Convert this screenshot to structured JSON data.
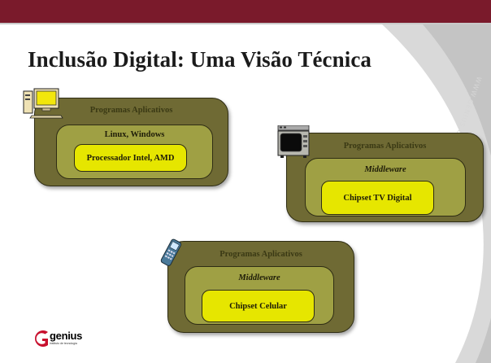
{
  "colors": {
    "top_bar": "#7a1a2b",
    "outer_layer": "#6f6a34",
    "middle_layer": "#9fa044",
    "inner_layer": "#e6e600",
    "logo_red": "#c8102e"
  },
  "slide": {
    "title": "Inclusão Digital: Uma Visão Técnica",
    "watermark": "WWW.GENIUS.ORG.BR"
  },
  "diagrams": {
    "pc": {
      "icon": "desktop-computer-icon",
      "outer_label": "Programas Aplicativos",
      "middle_label": "Linux, Windows",
      "inner_label": "Processador Intel, AMD"
    },
    "tv": {
      "icon": "television-icon",
      "outer_label": "Programas Aplicativos",
      "middle_label": "Middleware",
      "inner_label": "Chipset TV Digital"
    },
    "mobile": {
      "icon": "mobile-phone-icon",
      "outer_label": "Programas Aplicativos",
      "middle_label": "Middleware",
      "inner_label": "Chipset Celular"
    }
  },
  "logo": {
    "name": "genius",
    "tagline": "instituto de tecnologia"
  }
}
